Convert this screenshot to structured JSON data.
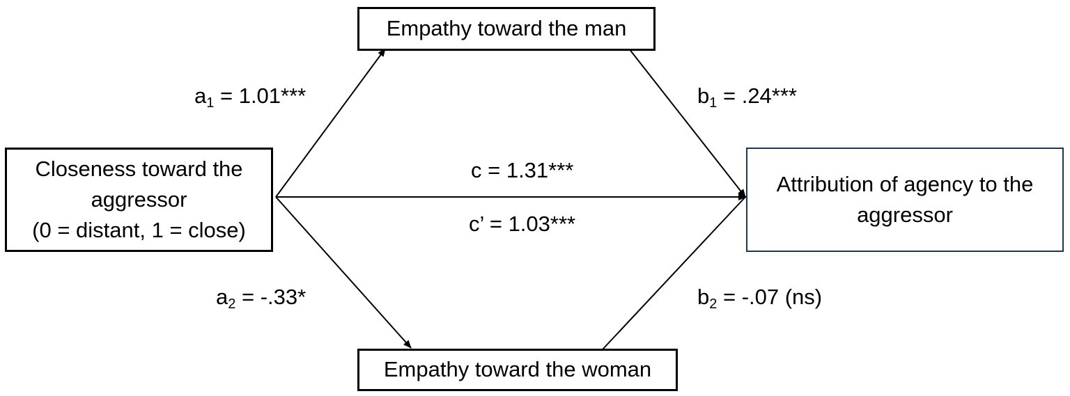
{
  "nodes": {
    "predictor": {
      "line1": "Closeness toward the",
      "line2": "aggressor",
      "line3": "(0 = distant, 1 = close)"
    },
    "mediator_man": {
      "label": "Empathy toward the man"
    },
    "mediator_woman": {
      "label": "Empathy toward the woman"
    },
    "outcome": {
      "line1": "Attribution of agency to the",
      "line2": "aggressor"
    }
  },
  "paths": {
    "a1": {
      "symbol": "a",
      "subscript": "1",
      "value": " = 1.01***"
    },
    "b1": {
      "symbol": "b",
      "subscript": "1",
      "value": " = .24***"
    },
    "a2": {
      "symbol": "a",
      "subscript": "2",
      "value": " = -.33*"
    },
    "b2": {
      "symbol": "b",
      "subscript": "2",
      "value": " = -.07 (ns)"
    },
    "c_total": {
      "text": "c = 1.31***"
    },
    "c_direct": {
      "text": "c’ = 1.03***"
    }
  },
  "colors": {
    "line": "#000000",
    "box_border": "#000000",
    "outcome_border": "#1f3550"
  }
}
